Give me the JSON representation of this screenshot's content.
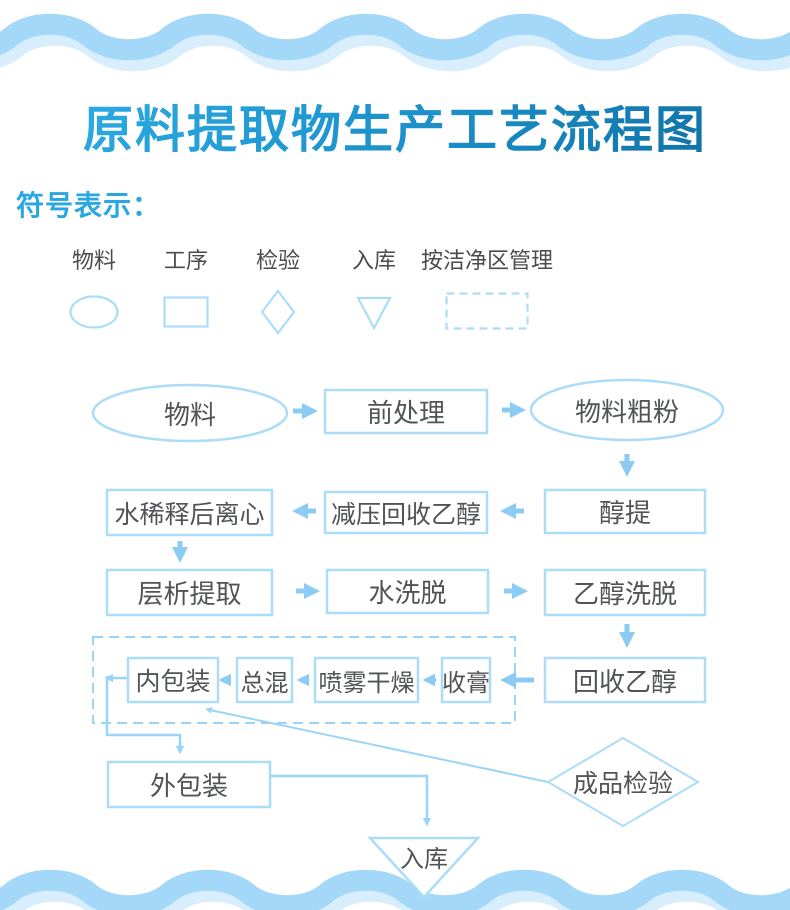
{
  "title": "原料提取物生产工艺流程图",
  "legend": {
    "heading": "符号表示：",
    "items": [
      {
        "label": "物料",
        "shape": "ellipse"
      },
      {
        "label": "工序",
        "shape": "rect"
      },
      {
        "label": "检验",
        "shape": "diamond"
      },
      {
        "label": "入库",
        "shape": "triangle-down"
      },
      {
        "label": "按洁净区管理",
        "shape": "dashed-rect"
      }
    ]
  },
  "flow": {
    "nodes": {
      "material": "物料",
      "pretreatment": "前处理",
      "coarse_powder": "物料粗粉",
      "alcohol_extraction": "醇提",
      "vacuum_ethanol_recovery": "减压回收乙醇",
      "water_dilution_centrifugation": "水稀释后离心",
      "chromatography_extraction": "层析提取",
      "water_elution": "水洗脱",
      "ethanol_elution": "乙醇洗脱",
      "ethanol_recovery": "回收乙醇",
      "paste_collection": "收膏",
      "spray_drying": "喷雾干燥",
      "total_mixing": "总混",
      "inner_packaging": "内包装",
      "outer_packaging": "外包装",
      "finished_product_inspection": "成品检验",
      "warehousing": "入库"
    }
  },
  "colors": {
    "title_gradient_start": "#2BAAE2",
    "title_gradient_mid": "#1b8fc9",
    "title_gradient_end": "#0F6FA3",
    "heading_blue": "#29A7E1",
    "wave_main": "#A4D8F8",
    "wave_light": "#D8EEFD",
    "shape_border": "#ABDCF8",
    "arrow": "#8BCBF4",
    "connector": "#9CD4F7",
    "text": "#515357"
  }
}
